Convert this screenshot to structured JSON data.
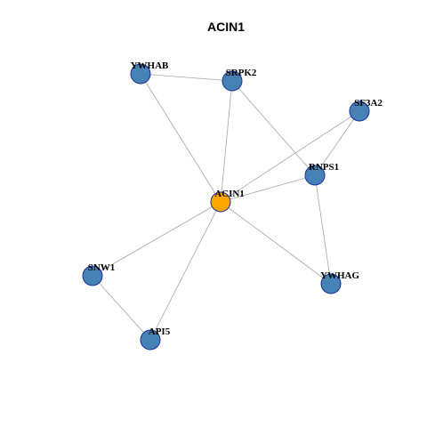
{
  "title": "ACIN1",
  "colors": {
    "center": "#FFA500",
    "neighbor": "#4682B4",
    "edge": "#A6A6A6",
    "node_border": "#1A2FA0"
  },
  "nodes": [
    {
      "id": "ACIN1",
      "label": "ACIN1",
      "role": "center"
    },
    {
      "id": "YWHAB",
      "label": "YWHAB",
      "role": "neighbor"
    },
    {
      "id": "SRPK2",
      "label": "SRPK2",
      "role": "neighbor"
    },
    {
      "id": "SF3A2",
      "label": "SF3A2",
      "role": "neighbor"
    },
    {
      "id": "RNPS1",
      "label": "RNPS1",
      "role": "neighbor"
    },
    {
      "id": "YWHAG",
      "label": "YWHAG",
      "role": "neighbor"
    },
    {
      "id": "SNW1",
      "label": "SNW1",
      "role": "neighbor"
    },
    {
      "id": "API5",
      "label": "API5",
      "role": "neighbor"
    }
  ],
  "edges": [
    [
      "ACIN1",
      "YWHAB"
    ],
    [
      "ACIN1",
      "SRPK2"
    ],
    [
      "ACIN1",
      "SF3A2"
    ],
    [
      "ACIN1",
      "RNPS1"
    ],
    [
      "ACIN1",
      "YWHAG"
    ],
    [
      "ACIN1",
      "SNW1"
    ],
    [
      "ACIN1",
      "API5"
    ],
    [
      "YWHAB",
      "SRPK2"
    ],
    [
      "SRPK2",
      "RNPS1"
    ],
    [
      "SF3A2",
      "RNPS1"
    ],
    [
      "RNPS1",
      "YWHAG"
    ],
    [
      "SNW1",
      "API5"
    ]
  ]
}
